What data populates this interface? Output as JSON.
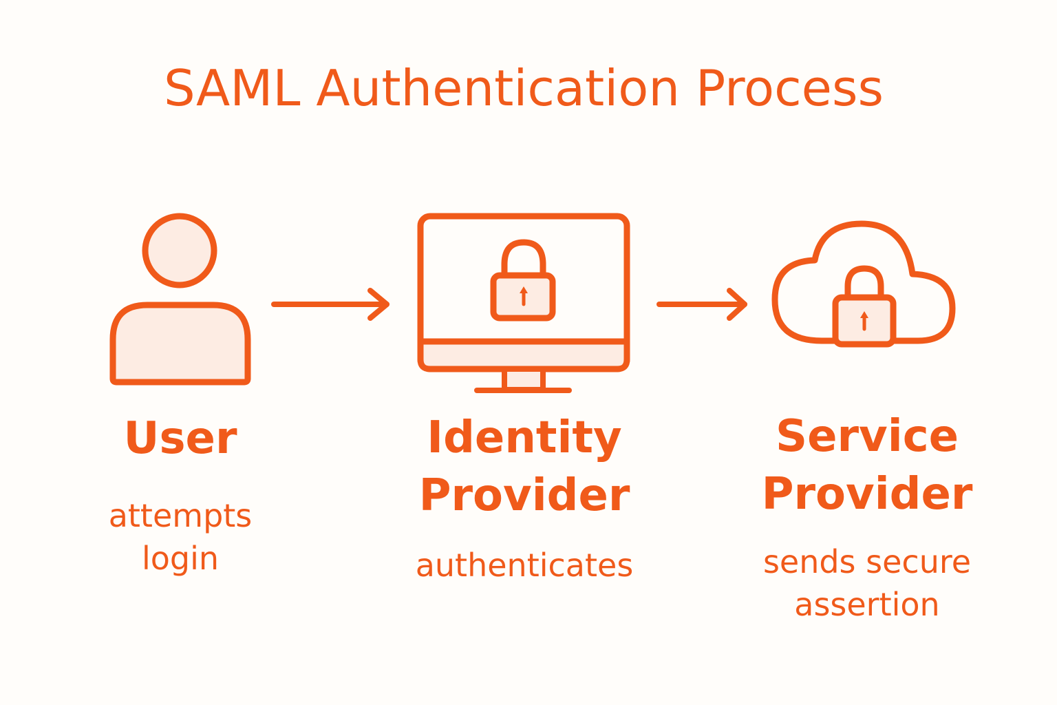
{
  "diagram": {
    "title": "SAML Authentication Process",
    "steps": [
      {
        "id": "user",
        "icon": "user-icon",
        "label_lines": [
          "User"
        ],
        "description_lines": [
          "attempts",
          "login"
        ]
      },
      {
        "id": "identity-provider",
        "icon": "monitor-lock-icon",
        "label_lines": [
          "Identity",
          "Provider"
        ],
        "description_lines": [
          "authenticates"
        ]
      },
      {
        "id": "service-provider",
        "icon": "cloud-lock-icon",
        "label_lines": [
          "Service",
          "Provider"
        ],
        "description_lines": [
          "sends secure",
          "assertion"
        ]
      }
    ]
  },
  "colors": {
    "accent": "#f05a1a",
    "icon_fill": "#fdece3",
    "background": "#fffdfa"
  }
}
